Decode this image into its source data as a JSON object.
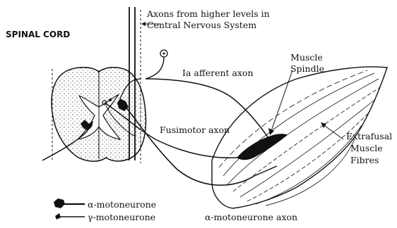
{
  "labels": {
    "spinal_cord": "SPINAL CORD",
    "higher_axons_line1": "Axons from higher levels in",
    "higher_axons_line2": "Central Nervous System",
    "ia_afferent": "Ia afferent axon",
    "muscle_spindle_line1": "Muscle",
    "muscle_spindle_line2": "Spindle",
    "fusimotor": "Fusimotor axon",
    "extrafusal_line1": "Extrafusal",
    "extrafusal_line2": "Muscle",
    "extrafusal_line3": "Fibres",
    "alpha_axon": "α-motoneurone axon"
  },
  "legend": {
    "alpha": "α-motoneurone",
    "gamma": "γ-motoneurone"
  },
  "colors": {
    "ink": "#111111",
    "background": "#ffffff"
  }
}
